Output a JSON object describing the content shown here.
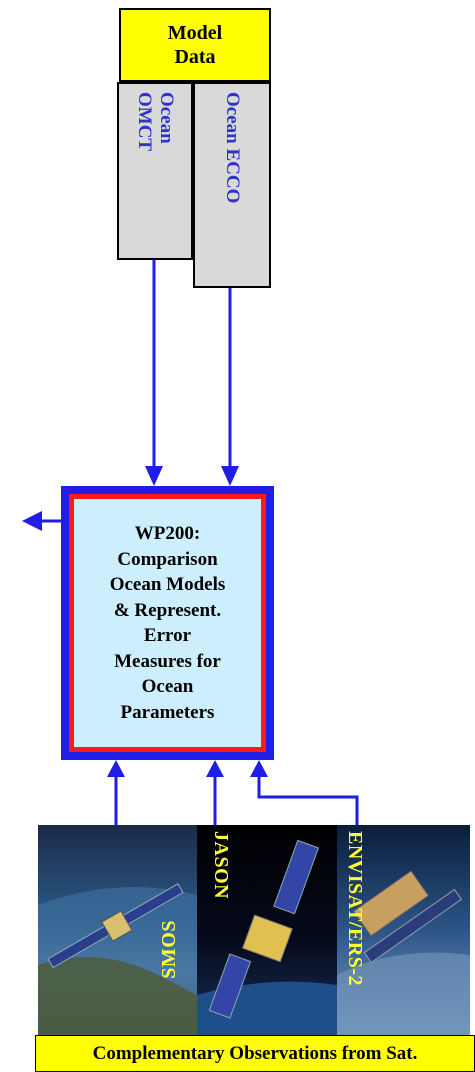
{
  "model_data": {
    "title": "Model\nData"
  },
  "ocean_columns": [
    {
      "label": "Ocean\nOMCT"
    },
    {
      "label": "Ocean ECCO"
    }
  ],
  "wp200": {
    "text": "WP200:\nComparison\nOcean Models\n& Represent.\nError\nMeasures for\nOcean\nParameters"
  },
  "satellites": [
    {
      "label": "SMOS"
    },
    {
      "label": "JASON"
    },
    {
      "label": "ENVISAT/ERS-2"
    }
  ],
  "observations": {
    "caption": "Complementary Observations from Sat."
  },
  "colors": {
    "arrow": "#1e1ee6",
    "yellow": "#ffff00",
    "label_blue": "#2f33c8",
    "red": "#ff1a1a",
    "box_fill": "#cdeefc"
  }
}
